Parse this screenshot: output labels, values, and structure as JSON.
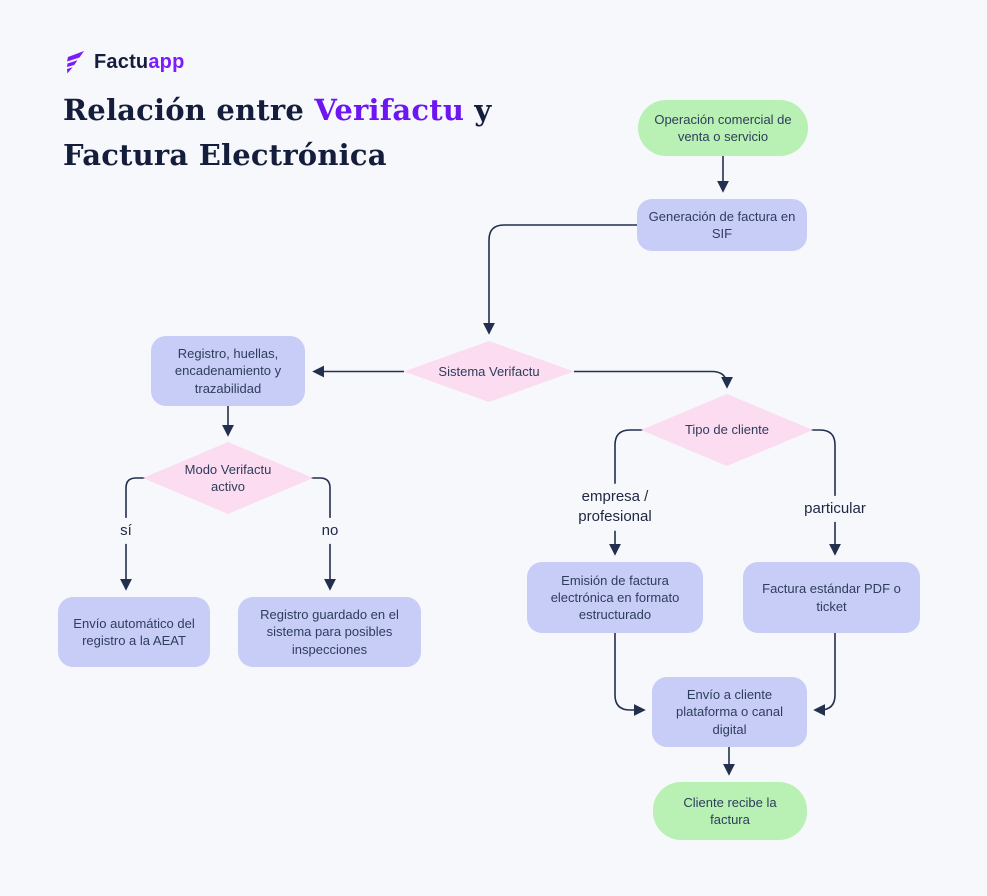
{
  "logo": {
    "brand_prefix": "Factu",
    "brand_suffix": "app"
  },
  "title": {
    "part1": "Relación entre",
    "highlight": "Verifactu",
    "part2": "y",
    "line2": "Factura Electrónica"
  },
  "colors": {
    "background": "#f7f8fc",
    "node_green": "#b9f0b4",
    "node_blue": "#c8cdf7",
    "node_pink": "#fbdcf0",
    "connector": "#232f4e",
    "brand_purple": "#7c1bfc",
    "title_highlight": "#6d16f2",
    "text_navy": "#2e3d5c"
  },
  "flowchart": {
    "nodes": {
      "start": {
        "type": "start",
        "label": "Operación comercial de venta o servicio"
      },
      "generacion": {
        "type": "process",
        "label": "Generación de factura en SIF"
      },
      "sistema": {
        "type": "decision",
        "label": "Sistema Verifactu"
      },
      "registro": {
        "type": "process",
        "label": "Registro, huellas, encadenamiento y trazabilidad"
      },
      "modo": {
        "type": "decision",
        "label": "Modo Verifactu activo"
      },
      "envio_aeat": {
        "type": "process",
        "label": "Envío automático del registro a la AEAT"
      },
      "guardado": {
        "type": "process",
        "label": "Registro guardado en el sistema para posibles inspecciones"
      },
      "tipo_cliente": {
        "type": "decision",
        "label": "Tipo de cliente"
      },
      "emision": {
        "type": "process",
        "label": "Emisión de factura electrónica en formato estructurado"
      },
      "factura_pdf": {
        "type": "process",
        "label": "Factura estándar PDF o ticket"
      },
      "envio_cliente": {
        "type": "process",
        "label": "Envío a cliente plataforma o canal digital"
      },
      "fin": {
        "type": "end",
        "label": "Cliente recibe la factura"
      }
    },
    "edge_labels": {
      "si": "sí",
      "no": "no",
      "empresa": "empresa / profesional",
      "particular": "particular"
    }
  }
}
